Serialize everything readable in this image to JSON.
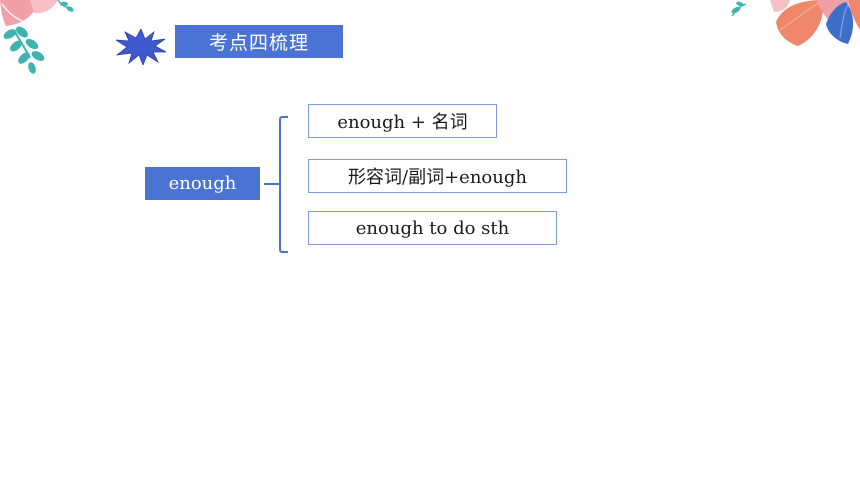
{
  "title": {
    "text": "考点四梳理",
    "icon": "starburst-icon"
  },
  "diagram": {
    "center_label": "enough",
    "usages": [
      "enough + 名词",
      "形容词/副词+enough",
      "enough to do sth"
    ]
  },
  "colors": {
    "accent_blue": "#4a73d4",
    "box_border": "#7f9bdc",
    "leaf_pink": "#f2a0a8",
    "leaf_teal": "#3fb3b0",
    "leaf_orange": "#f0876a"
  }
}
